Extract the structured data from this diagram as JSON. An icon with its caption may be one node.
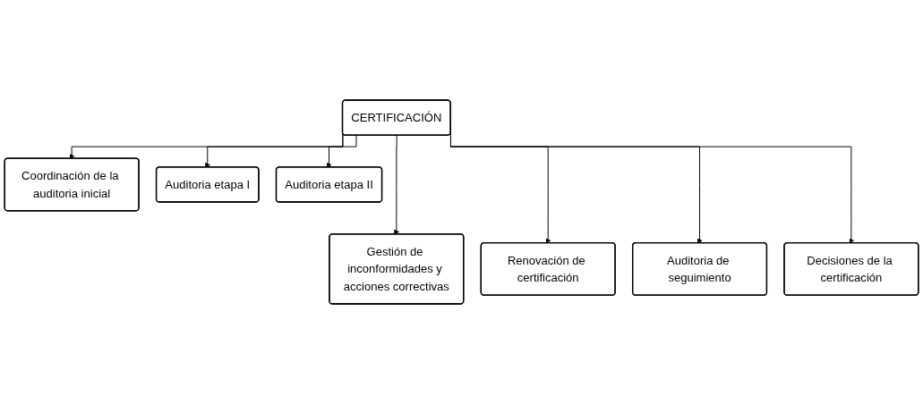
{
  "diagram": {
    "nodes": [
      {
        "text": [
          "CERTIFICACIÓN"
        ]
      },
      {
        "text": [
          "Coordinación de la auditoria inicial"
        ]
      },
      {
        "text": [
          "Auditoria etapa I"
        ]
      },
      {
        "text": [
          "Auditoria etapa II"
        ]
      },
      {
        "text": [
          "Renovación de certificación"
        ]
      },
      {
        "text": [
          "Auditoria de seguimiento"
        ]
      },
      {
        "text": [
          "Decisiones de la certificación"
        ]
      },
      {
        "text": [
          "Gestión de inconformidades y acciones correctivas"
        ]
      }
    ],
    "edges": [
      {
        "from": 0,
        "to": 1,
        "arrow": "to"
      },
      {
        "from": 0,
        "to": 2,
        "arrow": "to"
      },
      {
        "from": 0,
        "to": 3,
        "arrow": "to"
      },
      {
        "from": 0,
        "to": 7,
        "arrow": "to"
      },
      {
        "from": 0,
        "to": 4,
        "arrow": "to"
      },
      {
        "from": 0,
        "to": 5,
        "arrow": "to"
      },
      {
        "from": 0,
        "to": 6,
        "arrow": "to"
      }
    ]
  }
}
